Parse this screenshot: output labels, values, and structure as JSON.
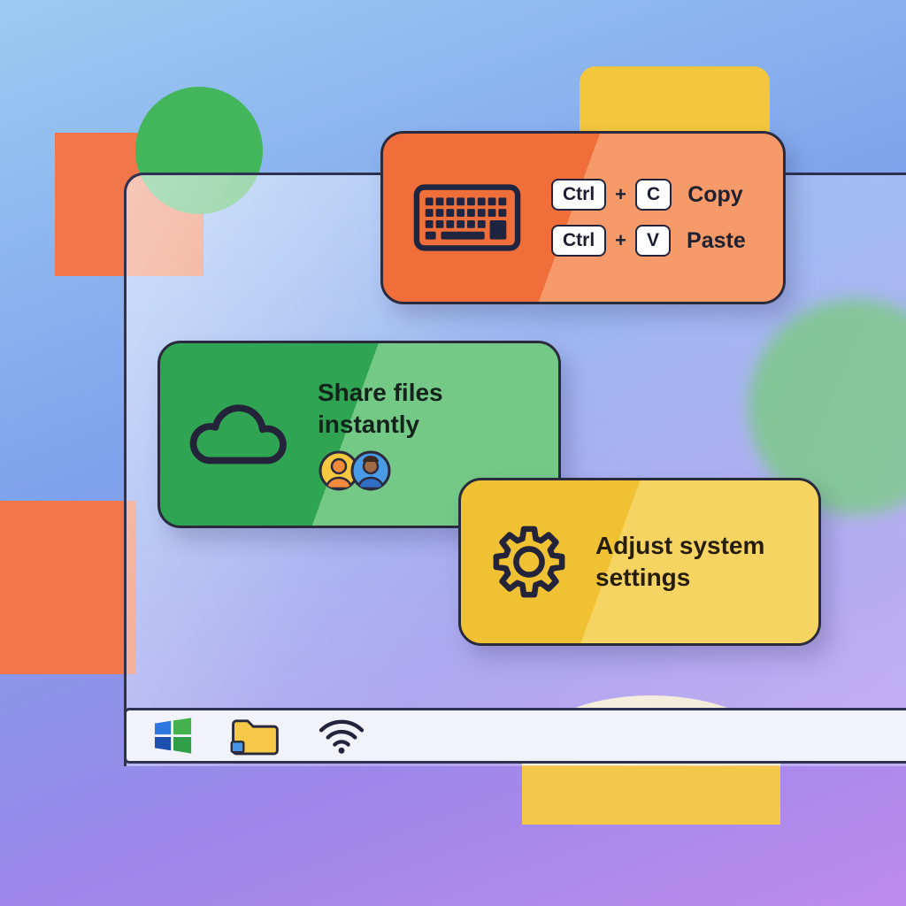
{
  "cards": {
    "shortcuts": {
      "rows": [
        {
          "modifier": "Ctrl",
          "plus": "+",
          "key": "C",
          "action": "Copy"
        },
        {
          "modifier": "Ctrl",
          "plus": "+",
          "key": "V",
          "action": "Paste"
        }
      ]
    },
    "share": {
      "line1": "Share files",
      "line2": "instantly"
    },
    "settings": {
      "line1": "Adjust system",
      "line2": "settings"
    }
  },
  "taskbar": {
    "items": [
      {
        "name": "windows-start",
        "icon": "windows-logo-icon"
      },
      {
        "name": "file-explorer",
        "icon": "folder-icon"
      },
      {
        "name": "wifi",
        "icon": "wifi-icon"
      }
    ]
  },
  "icons": {
    "keyboard": "keyboard-icon",
    "cloud": "cloud-icon",
    "gear": "gear-icon",
    "avatars": [
      "avatar-yellow-person",
      "avatar-blue-person"
    ]
  },
  "colors": {
    "card_orange": "#ef6e39",
    "card_orange_light": "#f69a69",
    "card_green": "#2fa452",
    "card_green_light": "#74c987",
    "card_yellow": "#f0c133",
    "card_yellow_light": "#f6d462",
    "outline_dark": "#2a2a3d",
    "accent_blue": "#3f93e8",
    "decor_orange": "#f1764a",
    "decor_green": "#43b55b",
    "dome_cream": "#f9eecb",
    "dome_yellow": "#f3c84a"
  }
}
